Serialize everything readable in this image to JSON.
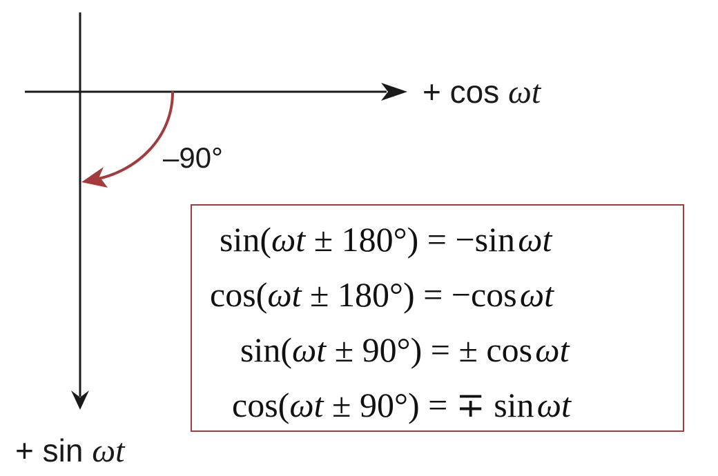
{
  "axes": {
    "horizontal": {
      "sign": "+",
      "func": "cos",
      "var": "ωt"
    },
    "vertical": {
      "sign": "+",
      "func": "sin",
      "var": "ωt"
    }
  },
  "rotation": {
    "angle_label": "–90°",
    "color": "#a33a3e"
  },
  "identities": [
    {
      "lhs_func": "sin(",
      "lhs_var": "ωt",
      "lhs_rest": " ± 180°) = −sin",
      "rhs_var": "ωt"
    },
    {
      "lhs_func": "cos(",
      "lhs_var": "ωt",
      "lhs_rest": " ± 180°) = −cos",
      "rhs_var": "ωt"
    },
    {
      "lhs_func": "sin(",
      "lhs_var": "ωt",
      "lhs_rest": " ± 90°) = ± cos",
      "rhs_var": "ωt"
    },
    {
      "lhs_func": "cos(",
      "lhs_var": "ωt",
      "lhs_rest": " ± 90°) = ∓ sin",
      "rhs_var": "ωt"
    }
  ],
  "box_border_color": "#a33a3e"
}
